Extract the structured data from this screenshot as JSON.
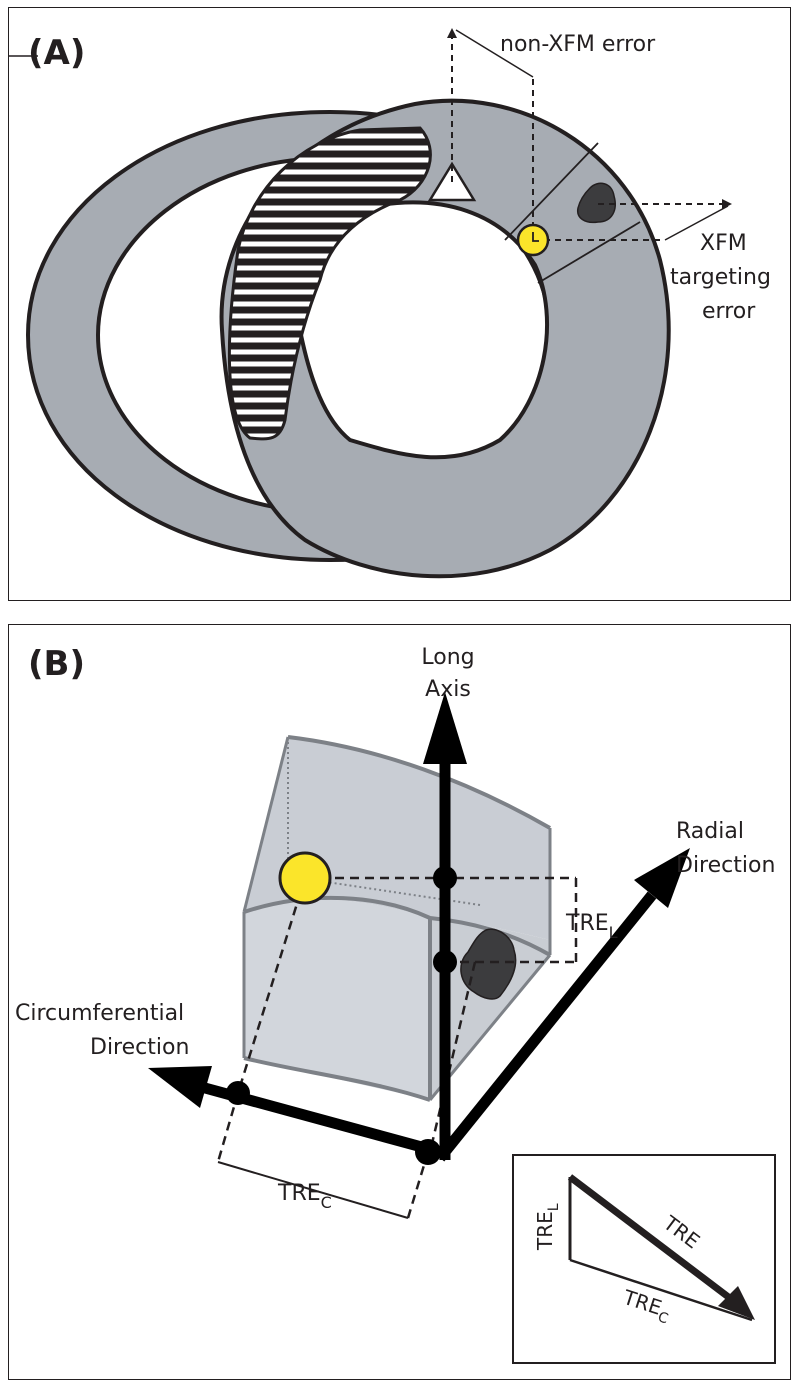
{
  "panelA": {
    "label": "(A)",
    "non_xfm": "non-XFM error",
    "xfm": [
      "XFM",
      "targeting",
      "error"
    ]
  },
  "panelB": {
    "label": "(B)",
    "long_axis": [
      "Long",
      "Axis"
    ],
    "radial": [
      "Radial",
      "Direction"
    ],
    "circumferential": [
      "Circumferential",
      "Direction"
    ],
    "tre_l_main": "TRE",
    "tre_l_sub": "L",
    "tre_c_main": "TRE",
    "tre_c_sub": "C",
    "inset": {
      "tre": "TRE",
      "tre_l_main": "TRE",
      "tre_l_sub": "L",
      "tre_c_main": "TRE",
      "tre_c_sub": "C"
    }
  },
  "colors": {
    "tissue": "#a7acb3",
    "yellow": "#fbe52a",
    "scar": "#3c3c3e",
    "ink": "#231f20",
    "box_fill": "#d2d6dc"
  }
}
